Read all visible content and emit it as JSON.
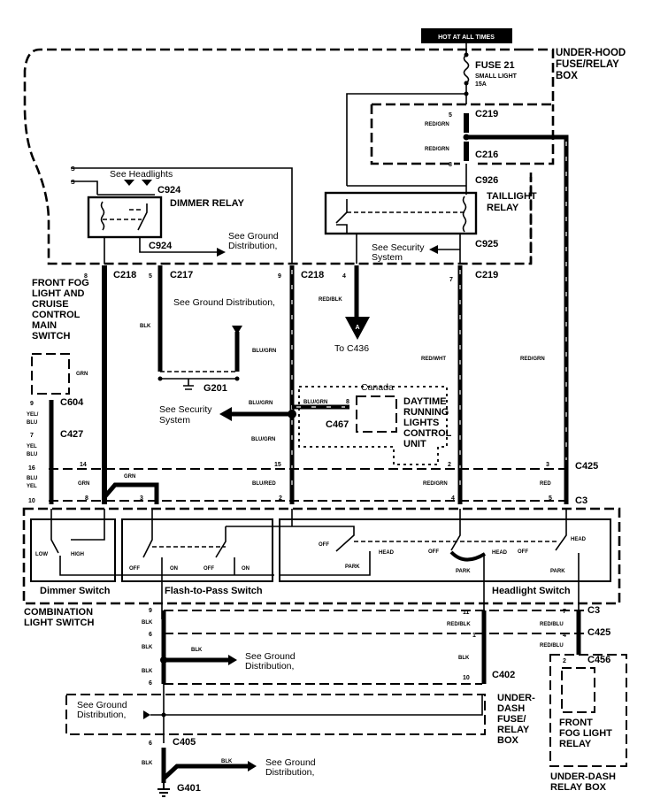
{
  "header": {
    "hot_label": "HOT AT ALL TIMES"
  },
  "components": {
    "underhood_box": "UNDER-HOOD FUSE/RELAY BOX",
    "fuse_name": "FUSE 21",
    "fuse_desc": "SMALL LIGHT",
    "fuse_rating": "15A",
    "dimmer_relay": "DIMMER RELAY",
    "taillight_relay": "TAILLIGHT RELAY",
    "fog_switch": "FRONT FOG LIGHT AND CRUISE CONTROL MAIN SWITCH",
    "drl_unit": "DAYTIME RUNNING LIGHTS CONTROL UNIT",
    "canada": "Canada",
    "combination_switch": "COMBINATION LIGHT SWITCH",
    "dimmer_switch": "Dimmer Switch",
    "flash_switch": "Flash-to-Pass Switch",
    "headlight_switch": "Headlight Switch",
    "underdash_box": "UNDER-DASH FUSE/ RELAY BOX",
    "fog_relay": "FRONT FOG LIGHT RELAY",
    "underdash_relay_box": "UNDER-DASH RELAY BOX"
  },
  "references": {
    "see_headlights": "See Headlights",
    "see_ground": "See Ground Distribution,",
    "see_security": "See Security System",
    "to_c436": "To C436",
    "connector_a": "A"
  },
  "connectors": [
    "C219",
    "C216",
    "C926",
    "C925",
    "C924",
    "C218",
    "C217",
    "C604",
    "C427",
    "C425",
    "C3",
    "C467",
    "C402",
    "C456",
    "C405",
    "G201",
    "G401"
  ],
  "wires": [
    "RED/GRN",
    "RED/BLK",
    "RED/WHT",
    "BLK",
    "BLU/GRN",
    "BLU/RED",
    "GRN",
    "YEL/BLU",
    "BLU/YEL",
    "RED",
    "RED/BLU"
  ],
  "switch_positions": {
    "low": "LOW",
    "high": "HIGH",
    "off": "OFF",
    "on": "ON",
    "head": "HEAD",
    "park": "PARK"
  }
}
